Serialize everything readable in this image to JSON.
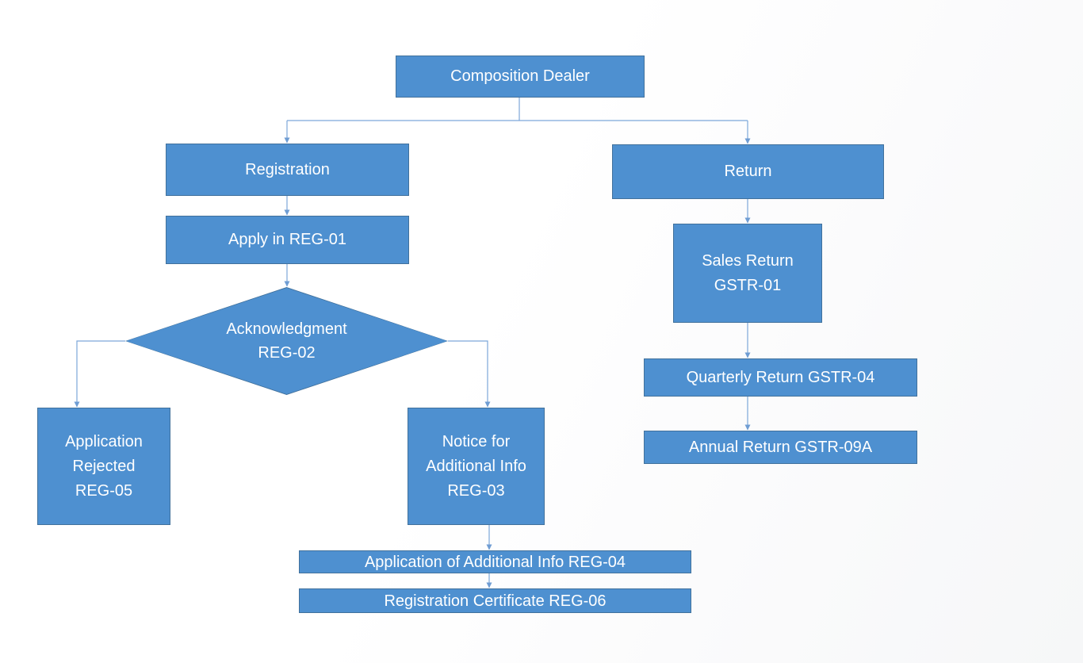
{
  "colors": {
    "box_fill": "#4e90d0",
    "box_border": "#41719c",
    "connector": "#7da7d9",
    "connector_arrow": "#6f9dd3",
    "text": "#ffffff"
  },
  "nodes": {
    "composition_dealer": {
      "label": "Composition Dealer"
    },
    "registration": {
      "label": "Registration"
    },
    "apply_reg01": {
      "label": "Apply in REG-01"
    },
    "acknowledgment_reg02": {
      "label": "Acknowledgment\nREG-02"
    },
    "application_rejected_reg05": {
      "label": "Application\nRejected\nREG-05"
    },
    "notice_additional_reg03": {
      "label": "Notice for\nAdditional Info\nREG-03"
    },
    "application_additional_reg04": {
      "label": "Application of Additional Info REG-04"
    },
    "registration_certificate_reg06": {
      "label": "Registration Certificate REG-06"
    },
    "return": {
      "label": "Return"
    },
    "sales_return_gstr01": {
      "label": "Sales Return\nGSTR-01"
    },
    "quarterly_return_gstr04": {
      "label": "Quarterly Return GSTR-04"
    },
    "annual_return_gstr09a": {
      "label": "Annual Return GSTR-09A"
    }
  },
  "edges": [
    {
      "from": "Composition Dealer",
      "to": "Registration"
    },
    {
      "from": "Composition Dealer",
      "to": "Return"
    },
    {
      "from": "Registration",
      "to": "Apply in REG-01"
    },
    {
      "from": "Apply in REG-01",
      "to": "Acknowledgment REG-02"
    },
    {
      "from": "Acknowledgment REG-02",
      "to": "Application Rejected REG-05"
    },
    {
      "from": "Acknowledgment REG-02",
      "to": "Notice for Additional Info REG-03"
    },
    {
      "from": "Notice for Additional Info REG-03",
      "to": "Application of Additional Info REG-04"
    },
    {
      "from": "Application of Additional Info REG-04",
      "to": "Registration Certificate REG-06"
    },
    {
      "from": "Return",
      "to": "Sales Return GSTR-01"
    },
    {
      "from": "Sales Return GSTR-01",
      "to": "Quarterly Return GSTR-04"
    },
    {
      "from": "Quarterly Return GSTR-04",
      "to": "Annual Return GSTR-09A"
    }
  ]
}
